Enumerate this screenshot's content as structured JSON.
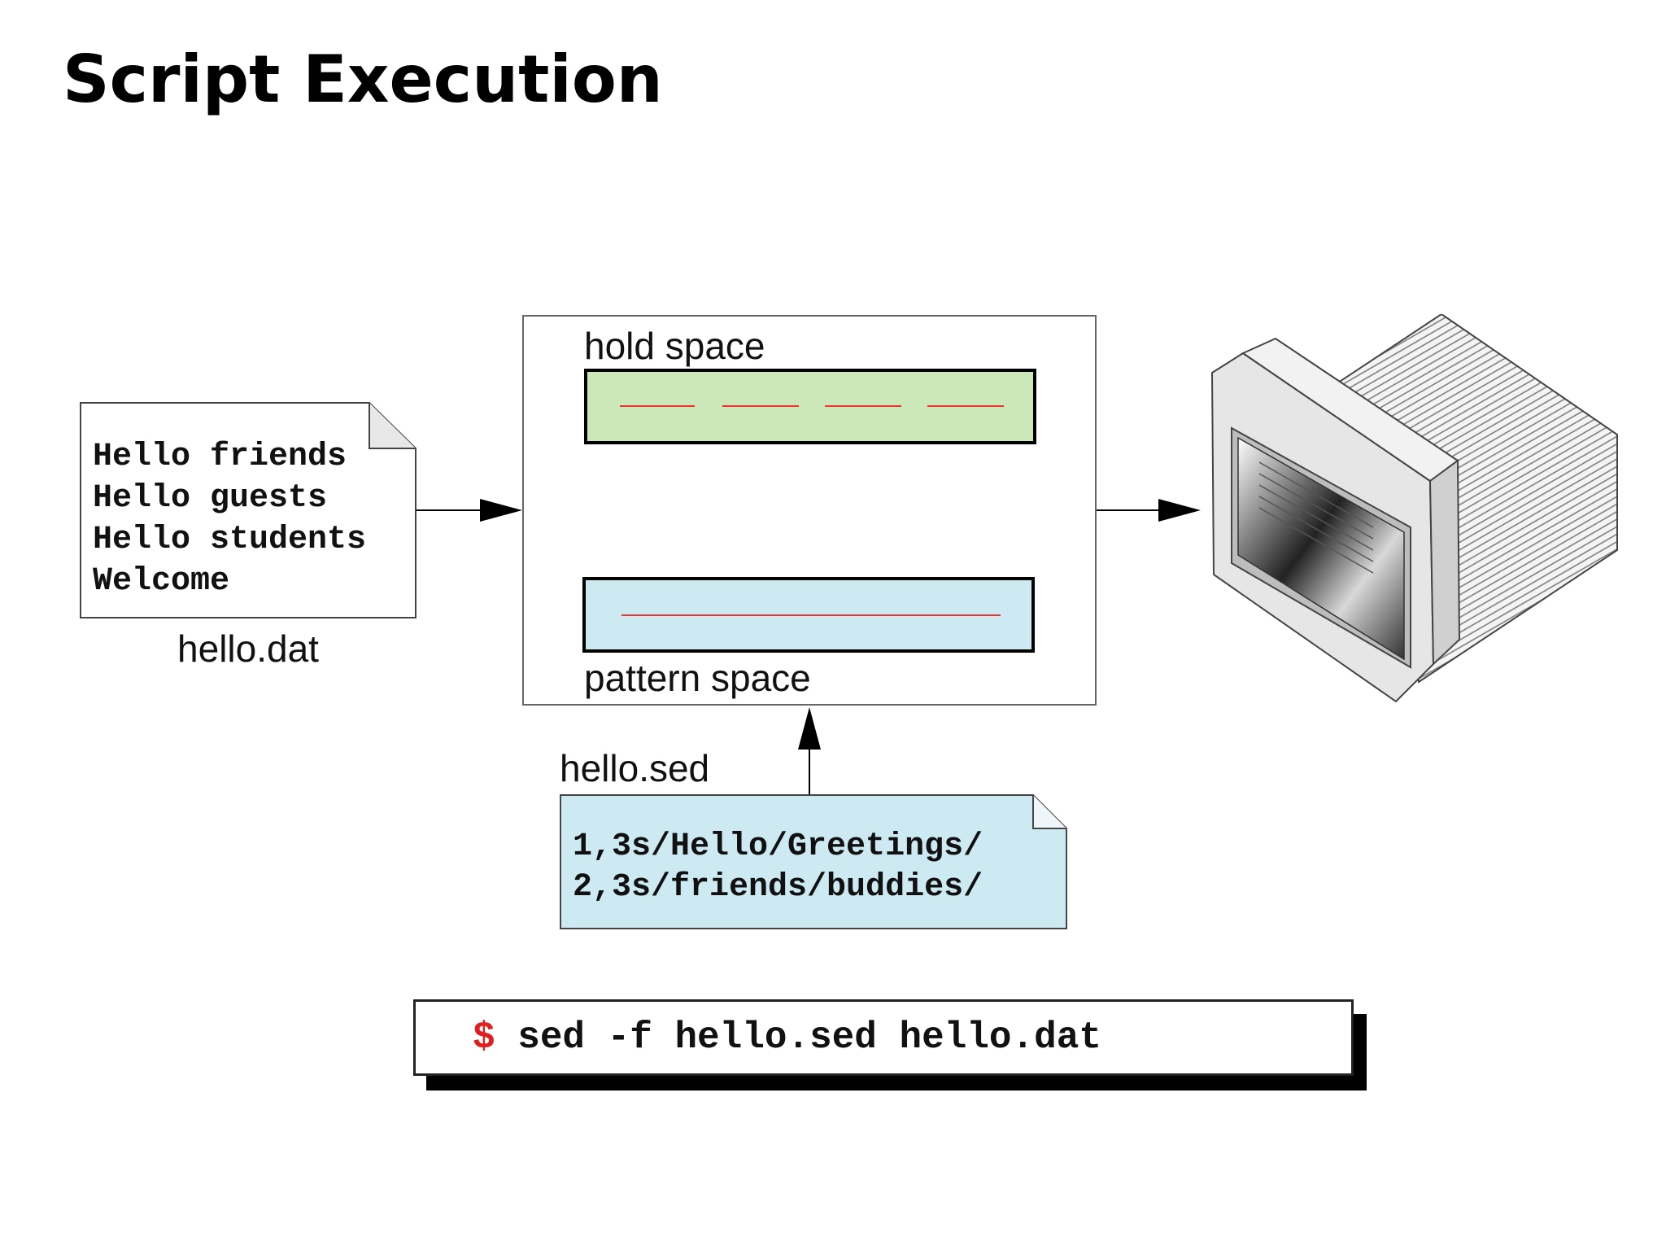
{
  "title": "Script Execution",
  "input_file": {
    "name": "hello.dat",
    "lines": [
      "Hello friends",
      "Hello guests",
      "Hello students",
      "Welcome"
    ]
  },
  "buffers": {
    "hold_label": "hold space",
    "pattern_label": "pattern space"
  },
  "script_file": {
    "name": "hello.sed",
    "lines": [
      "1,3s/Hello/Greetings/",
      "2,3s/friends/buddies/"
    ]
  },
  "command": {
    "prompt": "$",
    "text": "sed -f hello.sed hello.dat"
  },
  "output_device": {
    "icon": "monitor-icon"
  },
  "colors": {
    "hold_fill": "#cce8b8",
    "pattern_fill": "#cde9f2",
    "script_fill": "#cde9f2",
    "prompt": "#e02020",
    "line_marks": "#e33333"
  }
}
